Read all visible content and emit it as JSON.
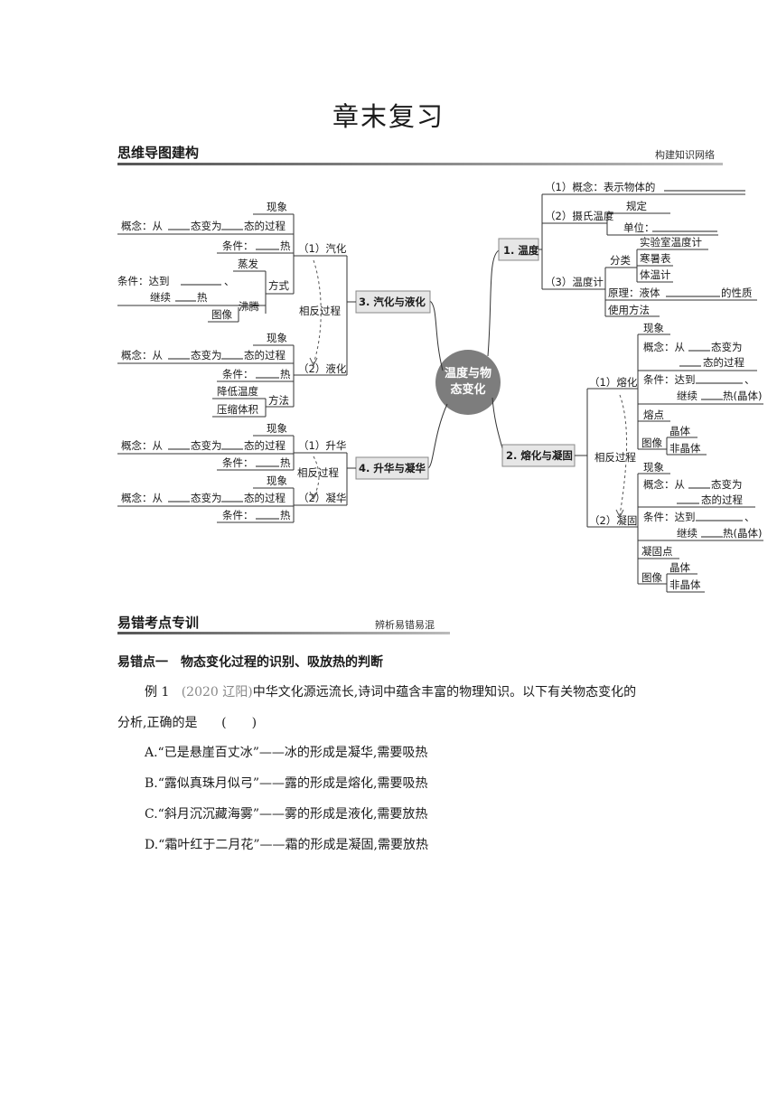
{
  "page_title": "章末复习",
  "section1": {
    "title": "思维导图建构",
    "subtitle": "构建知识网络"
  },
  "mindmap": {
    "center": [
      "温度与物",
      "态变化"
    ],
    "b1": {
      "label": "1. 温度",
      "concept": "（1）概念：表示物体的",
      "celsius": "（2）摄氏温度",
      "celsius_def": "规定",
      "celsius_unit": "单位：",
      "thermo": "（3）温度计",
      "cls": "分类",
      "lab": "实验室温度计",
      "weather": "寒暑表",
      "clinical": "体温计",
      "principle": "原理：液体",
      "principle_end": "的性质",
      "usage": "使用方法"
    },
    "b2": {
      "label": "2. 熔化与凝固",
      "melt": "（1）熔化",
      "reverse": "相反过程",
      "freeze": "（2）凝固",
      "phen": "现象",
      "concept_a": "概念：从",
      "concept_b": "态变为",
      "concept_c": "态的过程",
      "cond_a": "条件：达到",
      "cond_comma": "、",
      "cond_b": "继续",
      "cond_c": "热(晶体)",
      "melting_point": "熔点",
      "freezing_point": "凝固点",
      "graph": "图像",
      "crystal": "晶体",
      "noncrystal": "非晶体"
    },
    "b3": {
      "label": "3. 汽化与液化",
      "vapor": "（1）汽化",
      "reverse": "相反过程",
      "liquefy": "（2）液化",
      "phen": "现象",
      "concept_a": "概念：从",
      "concept_b": "态变为",
      "concept_c": "态的过程",
      "cond_a": "条件：",
      "cond_heat": "热",
      "evap": "蒸发",
      "ways": "方式",
      "boil_a": "条件：达到",
      "boil_comma": "、",
      "boil_b": "继续",
      "boil_heat": "热",
      "boiling": "沸腾",
      "graph": "图像",
      "lower_temp": "降低温度",
      "compress": "压缩体积",
      "method": "方法"
    },
    "b4": {
      "label": "4. 升华与凝华",
      "sublime": "（1）升华",
      "reverse": "相反过程",
      "desublime": "（2）凝华",
      "phen": "现象",
      "concept_a": "概念：从",
      "concept_b": "态变为",
      "concept_c": "态的过程",
      "cond_a": "条件：",
      "cond_heat": "热"
    }
  },
  "section2": {
    "title": "易错考点专训",
    "subtitle": "辨析易错易混"
  },
  "point1": {
    "title": "易错点一　物态变化过程的识别、吸放热的判断"
  },
  "example1": {
    "label": "例 1",
    "source": "(2020 辽阳)",
    "stem_line1": "中华文化源远流长,诗词中蕴含丰富的物理知识。以下有关物态变化的",
    "stem_line2": "分析,正确的是",
    "paren": "(　　)",
    "options": [
      "A.“已是悬崖百丈冰”——冰的形成是凝华,需要吸热",
      "B.“露似真珠月似弓”——露的形成是熔化,需要吸热",
      "C.“斜月沉沉藏海雾”——雾的形成是液化,需要放热",
      "D.“霜叶红于二月花”——霜的形成是凝固,需要放热"
    ]
  }
}
